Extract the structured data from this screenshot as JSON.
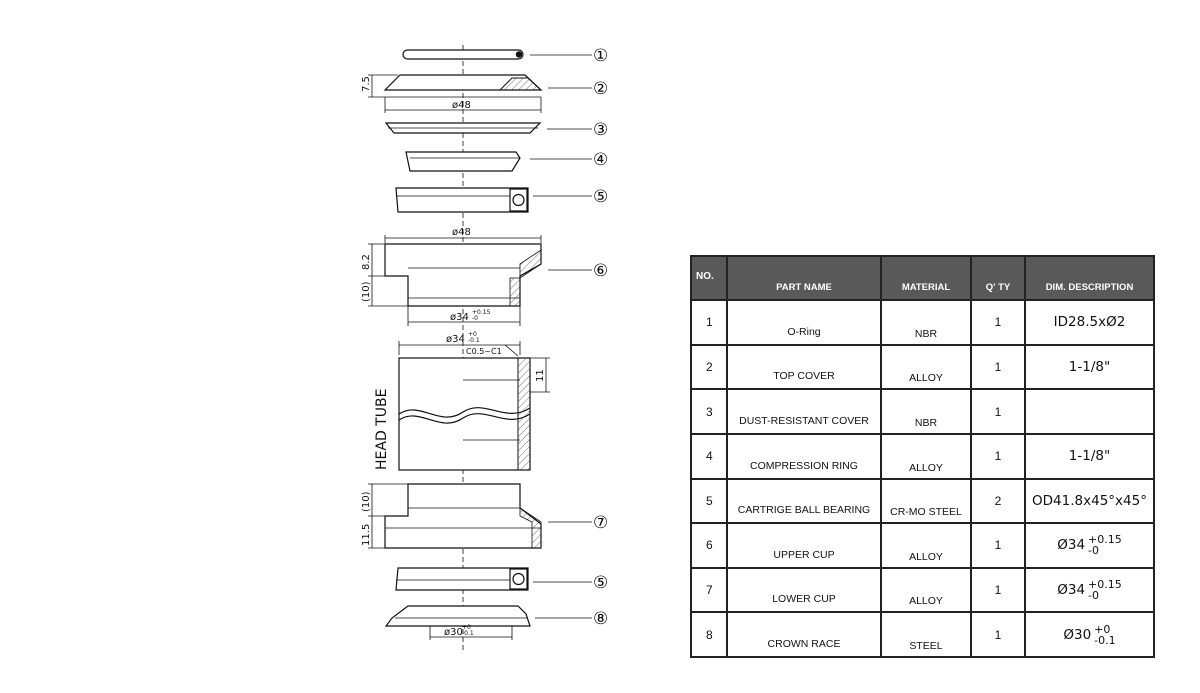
{
  "drawing": {
    "callouts": [
      "①",
      "②",
      "③",
      "④",
      "⑤",
      "⑥",
      "⑦",
      "⑤",
      "⑧"
    ],
    "dims": {
      "h_top_cover": "7.5",
      "d_top_cover": "ø48",
      "d_upper_cup": "ø48",
      "h_upper_cup_a": "8.2",
      "h_upper_cup_b": "(10)",
      "d_upper_cup_bore": "ø34",
      "d_upper_cup_bore_tol_top": "+0.15",
      "d_upper_cup_bore_tol_bot": "-0",
      "d_head_tube": "ø34",
      "d_head_tube_tol_top": "+0",
      "d_head_tube_tol_bot": "-0.1",
      "chamfer": "C0.5~C1",
      "h_head_tube_depth": "11",
      "head_tube_label": "HEAD TUBE",
      "h_lower_cup_a": "(10)",
      "h_lower_cup_b": "11.5",
      "d_crown_race": "ø30",
      "d_crown_race_tol_top": "+0",
      "d_crown_race_tol_bot": "-0.1"
    }
  },
  "table": {
    "headers": {
      "no": "NO.",
      "name": "PART NAME",
      "material": "MATERIAL",
      "qty": "Q'  TY",
      "dim": "DIM. DESCRIPTION"
    },
    "rows": [
      {
        "no": "1",
        "name": "O-Ring",
        "material": "NBR",
        "qty": "1",
        "dim": "ID28.5xØ2",
        "tol_top": "",
        "tol_bot": ""
      },
      {
        "no": "2",
        "name": "TOP COVER",
        "material": "ALLOY",
        "qty": "1",
        "dim": "1-1/8\"",
        "tol_top": "",
        "tol_bot": ""
      },
      {
        "no": "3",
        "name": "DUST-RESISTANT COVER",
        "material": "NBR",
        "qty": "1",
        "dim": "",
        "tol_top": "",
        "tol_bot": ""
      },
      {
        "no": "4",
        "name": "COMPRESSION RING",
        "material": "ALLOY",
        "qty": "1",
        "dim": "1-1/8\"",
        "tol_top": "",
        "tol_bot": ""
      },
      {
        "no": "5",
        "name": "CARTRIGE BALL BEARING",
        "material": "CR-MO STEEL",
        "qty": "2",
        "dim": "OD41.8x45°x45°",
        "tol_top": "",
        "tol_bot": ""
      },
      {
        "no": "6",
        "name": "UPPER CUP",
        "material": "ALLOY",
        "qty": "1",
        "dim": "Ø34",
        "tol_top": "+0.15",
        "tol_bot": "-0"
      },
      {
        "no": "7",
        "name": "LOWER CUP",
        "material": "ALLOY",
        "qty": "1",
        "dim": "Ø34",
        "tol_top": "+0.15",
        "tol_bot": "-0"
      },
      {
        "no": "8",
        "name": "CROWN RACE",
        "material": "STEEL",
        "qty": "1",
        "dim": "Ø30",
        "tol_top": "+0",
        "tol_bot": "-0.1"
      }
    ]
  }
}
